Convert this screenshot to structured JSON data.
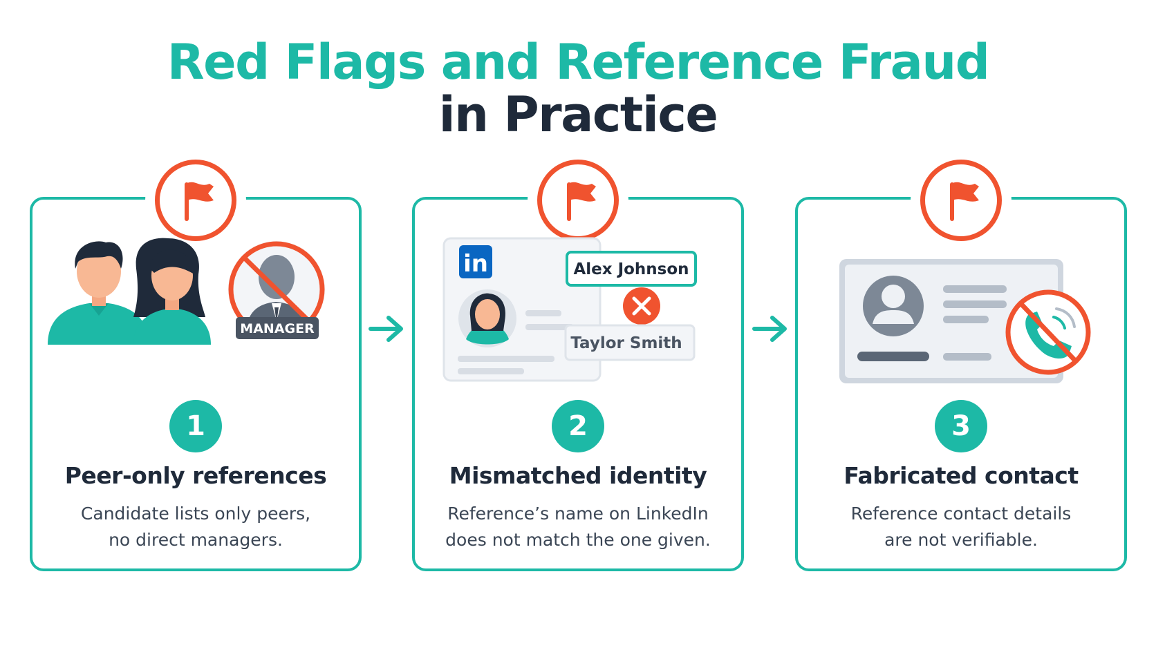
{
  "title": {
    "line1": "Red Flags and Reference Fraud",
    "line2": "in Practice"
  },
  "colors": {
    "accent": "#1db9a6",
    "red": "#f0532f",
    "dark": "#1f2a3a",
    "gray": "#8a97a8"
  },
  "steps": [
    {
      "number": "1",
      "title": "Peer-only references",
      "description_line1": "Candidate lists only peers,",
      "description_line2": "no direct managers.",
      "badge_label": "MANAGER",
      "icons": [
        "flag-icon",
        "peer-man-icon",
        "peer-woman-icon",
        "manager-prohibited-icon"
      ]
    },
    {
      "number": "2",
      "title": "Mismatched identity",
      "description_line1": "Reference’s name on LinkedIn",
      "description_line2": "does not match the one given.",
      "logo_text": "in",
      "name_given": "Alex Johnson",
      "name_found": "Taylor Smith",
      "icons": [
        "flag-icon",
        "linkedin-logo",
        "profile-avatar-icon",
        "mismatch-x-icon"
      ]
    },
    {
      "number": "3",
      "title": "Fabricated contact",
      "description_line1": "Reference contact details",
      "description_line2": "are not verifiable.",
      "icons": [
        "flag-icon",
        "contact-card-icon",
        "phone-prohibited-icon"
      ]
    }
  ],
  "connectors": [
    "arrow-right-icon",
    "arrow-right-icon"
  ]
}
